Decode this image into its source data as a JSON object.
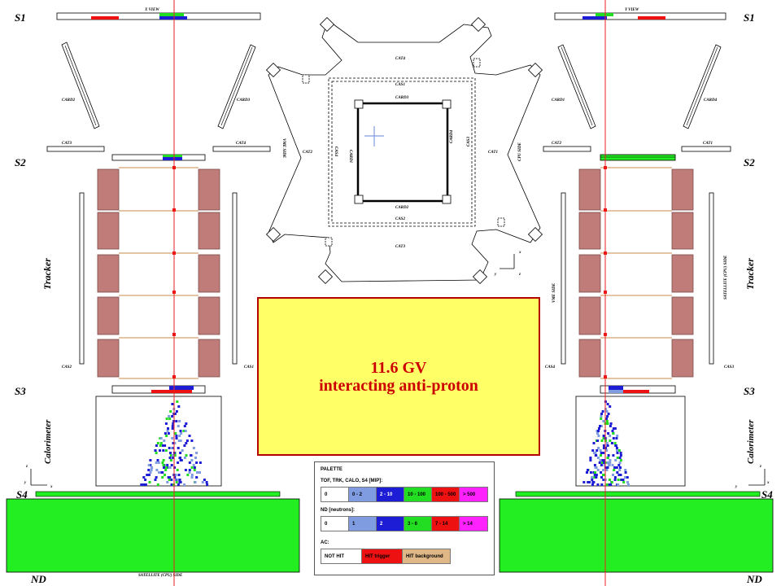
{
  "title": "11.6 GV",
  "subtitle": "interacting anti-proton",
  "labels": {
    "s1": "S1",
    "s2": "S2",
    "s3": "S3",
    "s4": "S4",
    "nd": "ND",
    "tracker": "Tracker",
    "calorimeter": "Calorimeter",
    "x_view": "X VIEW",
    "y_view": "Y VIEW",
    "card1": "CARD1",
    "card2": "CARD2",
    "card3": "CARD3",
    "card4": "CARD4",
    "cat1": "CAT1",
    "cat2": "CAT2",
    "cat3": "CAT3",
    "cat4": "CAT4",
    "cas1": "CAS1",
    "cas2": "CAS2",
    "cas3": "CAS3",
    "cas4": "CAS4",
    "vme_side": "VME SIDE",
    "cpu_side": "CPU SIDE",
    "satellite_cpu_side": "SATELLITE (CPU) SIDE",
    "axis_x": "x",
    "axis_y": "y",
    "axis_z": "z"
  },
  "palette": {
    "title": "PALETTE",
    "tof_label": "TOF, TRK, CALO, S4 [MIP]:",
    "tof_cells": [
      {
        "label": "0",
        "color": "#ffffff"
      },
      {
        "label": "0 - 2",
        "color": "#7f9ce0"
      },
      {
        "label": "2 - 10",
        "color": "#1d1dd6"
      },
      {
        "label": "10 - 100",
        "color": "#22dd22"
      },
      {
        "label": "100 - 500",
        "color": "#ee1111"
      },
      {
        "label": "> 500",
        "color": "#ff22ff"
      }
    ],
    "nd_label": "ND [neutrons]:",
    "nd_cells": [
      {
        "label": "0",
        "color": "#ffffff"
      },
      {
        "label": "1",
        "color": "#7f9ce0"
      },
      {
        "label": "2",
        "color": "#1d1dd6"
      },
      {
        "label": "3 - 6",
        "color": "#22dd22"
      },
      {
        "label": "7 - 14",
        "color": "#ee1111"
      },
      {
        "label": "> 14",
        "color": "#ff22ff"
      }
    ],
    "ac_label": "AC:",
    "ac_cells": [
      {
        "label": "NOT HIT",
        "color": "#ffffff"
      },
      {
        "label": "HIT trigger",
        "color": "#ee1111"
      },
      {
        "label": "HIT background",
        "color": "#e0b888"
      }
    ]
  },
  "colors": {
    "track": "#ee2222",
    "tracker_block": "#c07c78",
    "nd_green": "#22ee22",
    "box_yellow": "#ffff66"
  }
}
